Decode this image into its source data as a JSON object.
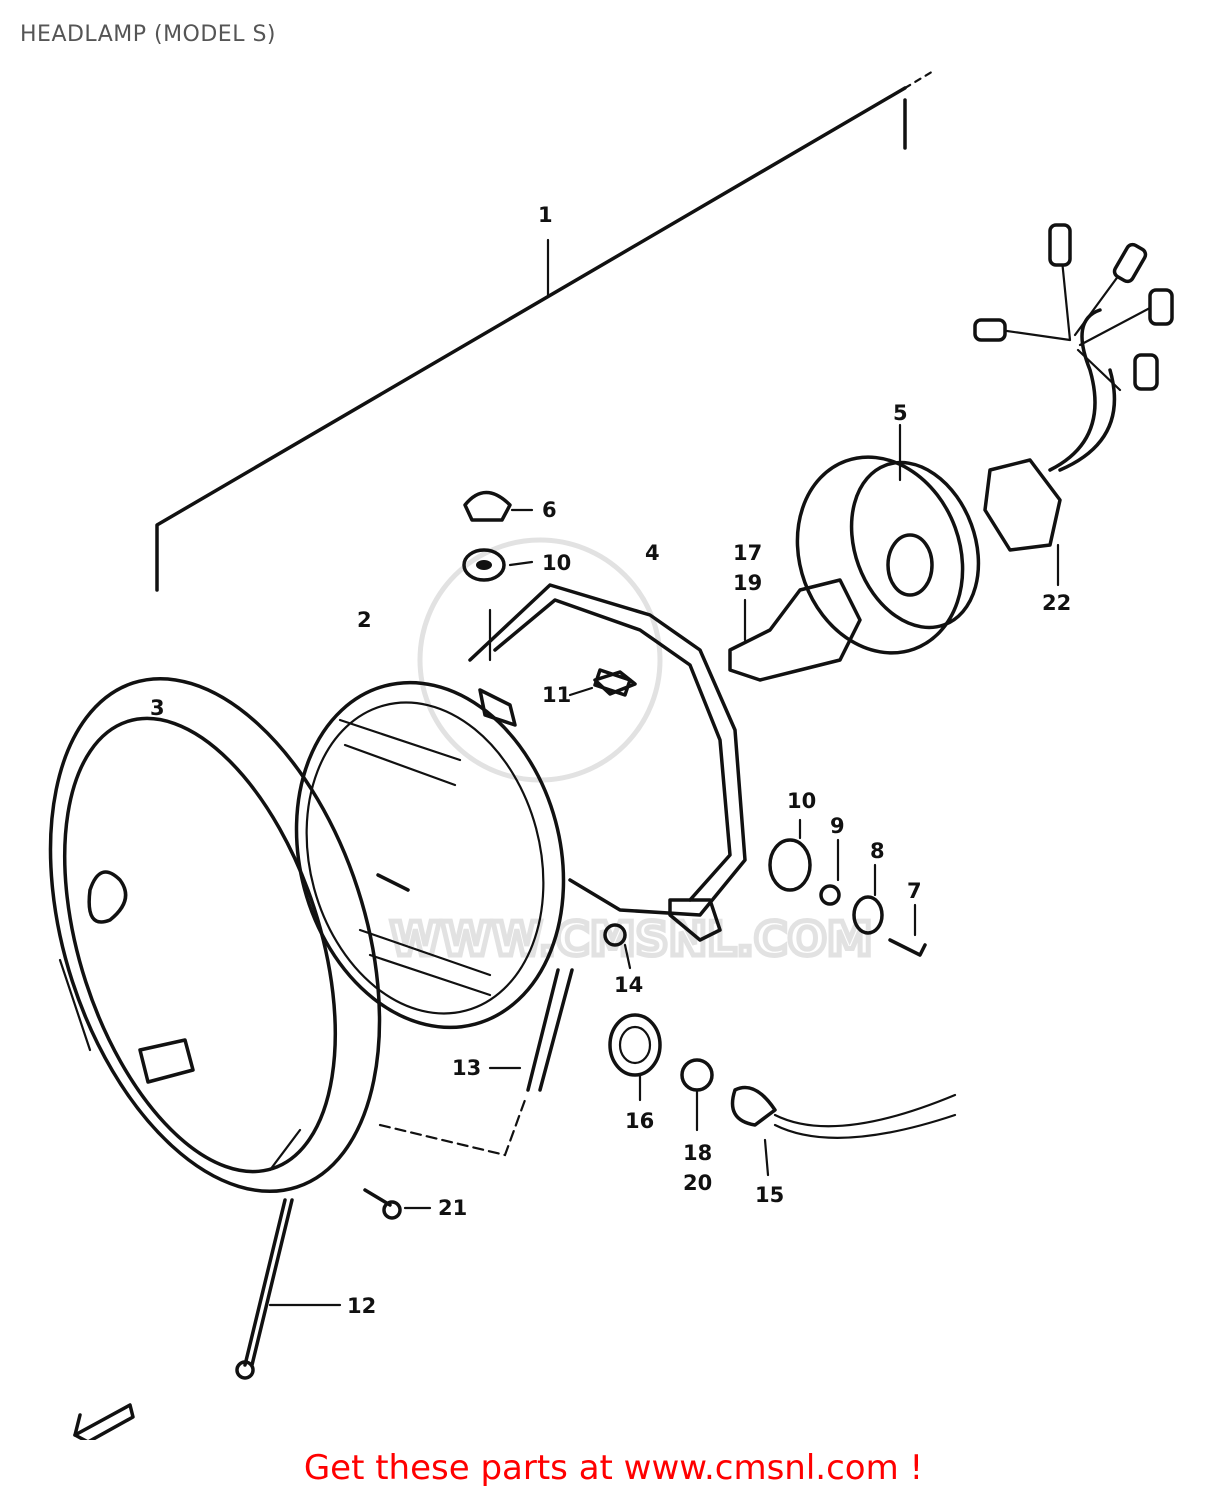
{
  "title": "HEADLAMP (MODEL S)",
  "callouts": {
    "p1": "1",
    "p2": "2",
    "p3": "3",
    "p4": "4",
    "p5": "5",
    "p6": "6",
    "p10a": "10",
    "p10b": "10",
    "p11": "11",
    "p17": "17",
    "p19": "19",
    "p22": "22",
    "p9": "9",
    "p8": "8",
    "p7": "7",
    "p14": "14",
    "p13": "13",
    "p16": "16",
    "p18": "18",
    "p20": "20",
    "p15": "15",
    "p21": "21",
    "p12": "12"
  },
  "watermark_text": "WWW.CMSNL.COM",
  "footer": "Get these parts at www.cmsnl.com !",
  "colors": {
    "footer": "#ff0000",
    "ink": "#111111",
    "title": "#555555"
  },
  "icons": [
    "front-arrow-icon"
  ]
}
